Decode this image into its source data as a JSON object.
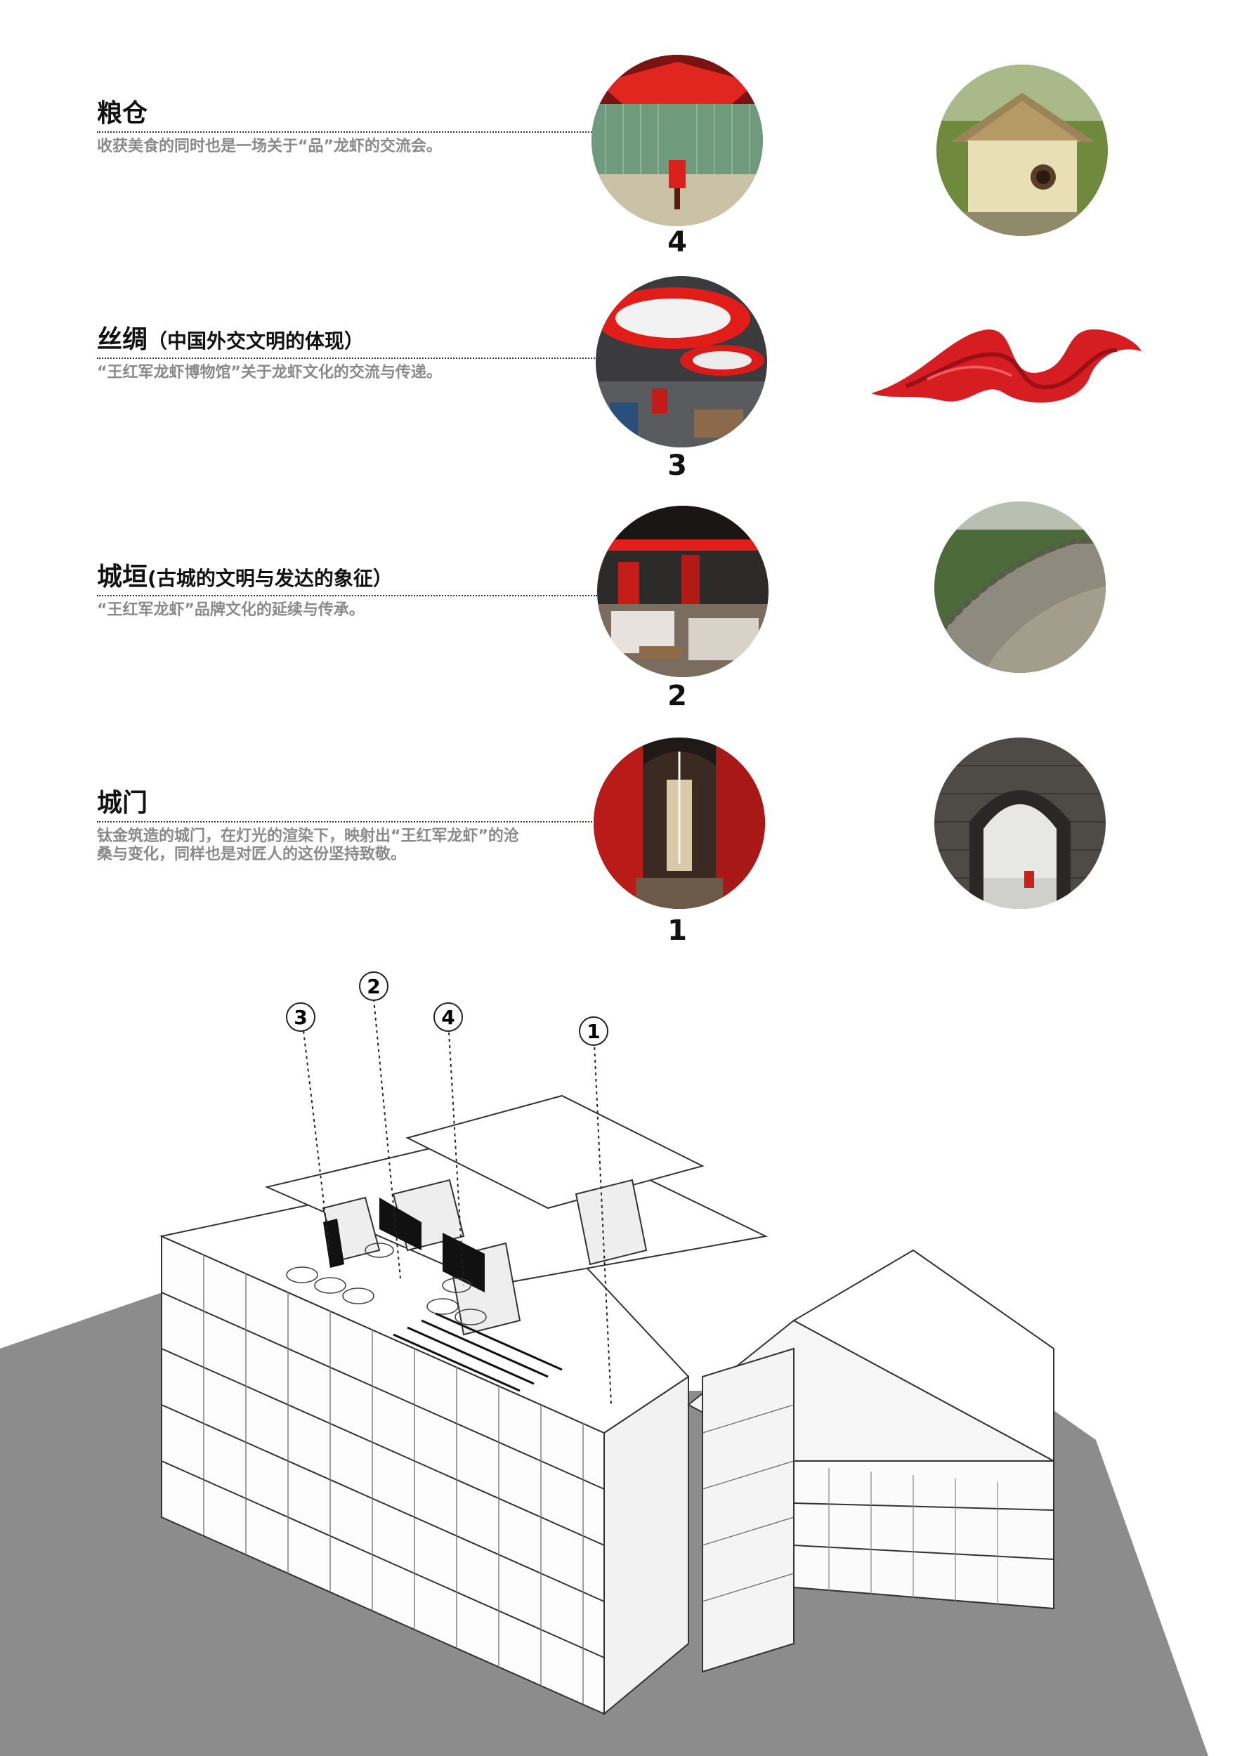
{
  "sections": [
    {
      "title": "粮仓",
      "subtitle": "",
      "description": "收获美食的同时也是一场关于“品”龙虾的交流会。",
      "number": "4",
      "interior_photo": "granary-interior-photo",
      "reference_photo": "thatched-granary-photo"
    },
    {
      "title": "丝绸",
      "subtitle": "（中国外交文明的体现）",
      "description": "“王红军龙虾博物馆”关于龙虾文化的交流与传递。",
      "number": "3",
      "interior_photo": "silk-ceiling-interior-photo",
      "reference_photo": "red-silk-ribbon-photo"
    },
    {
      "title": "城垣",
      "subtitle": "(古城的文明与发达的象征）",
      "description": "“王红军龙虾”品牌文化的延续与传承。",
      "number": "2",
      "interior_photo": "booth-dining-interior-photo",
      "reference_photo": "great-wall-photo"
    },
    {
      "title": "城门",
      "subtitle": "",
      "description": "钛金筑造的城门，在灯光的渲染下，映射出“王红军龙虾”的沧桑与变化，同样也是对匠人的这份坚持致敬。",
      "number": "1",
      "interior_photo": "corridor-gate-interior-photo",
      "reference_photo": "city-gate-arch-photo"
    }
  ],
  "diagram": {
    "callouts": [
      "3",
      "2",
      "4",
      "1"
    ]
  },
  "colors": {
    "accent_red": "#d21f1f",
    "shadow_gray": "#8c8c8c",
    "text_gray": "#8a8a8a"
  }
}
